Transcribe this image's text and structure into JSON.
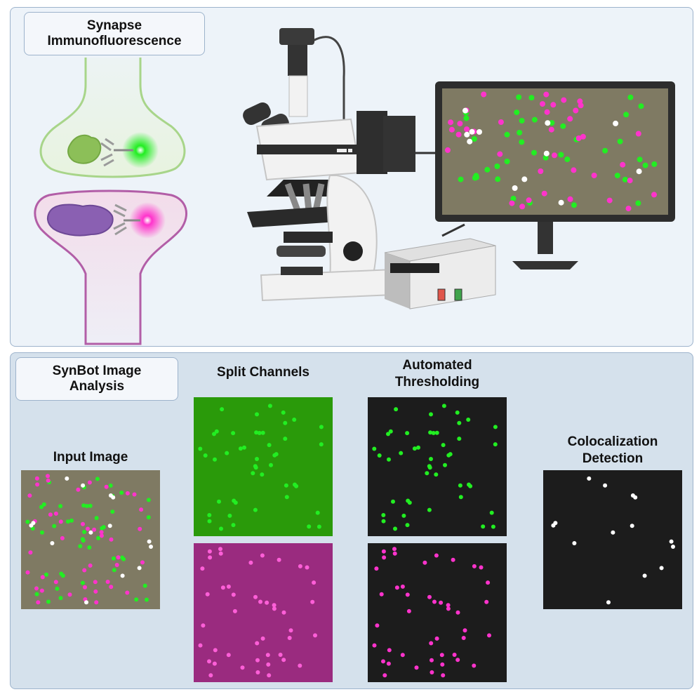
{
  "top_panel": {
    "title": "Synapse\nImmunofluorescence"
  },
  "bottom_panel": {
    "title": "SynBot Image\nAnalysis",
    "steps": {
      "input": "Input Image",
      "split": "Split Channels",
      "threshold": "Automated\nThresholding",
      "coloc": "Colocalization\nDetection"
    }
  },
  "colors": {
    "green_puncta": "#22ee22",
    "magenta_puncta": "#ff33cc",
    "coloc_puncta": "#ffffff",
    "input_bg": "#7f7a63",
    "green_channel_bg": "#2a9a0a",
    "magenta_channel_bg": "#9a2b7f",
    "threshold_bg": "#1c1c1c"
  }
}
